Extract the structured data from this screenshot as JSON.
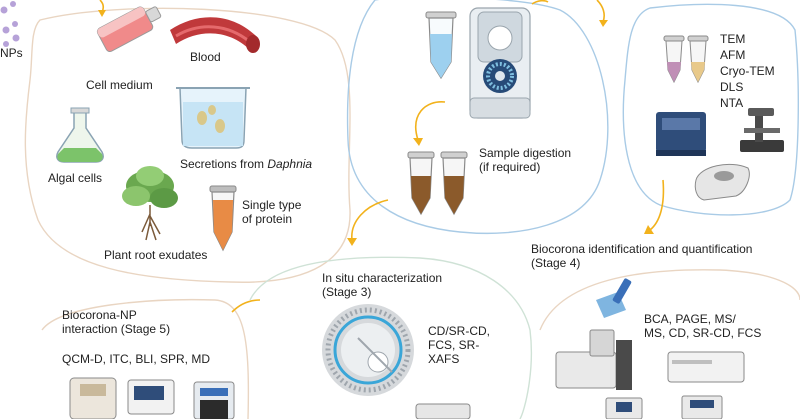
{
  "labels": {
    "nps": "NPs",
    "cell_medium": "Cell medium",
    "blood": "Blood",
    "secretions_prefix": "Secretions from ",
    "secretions_species": "Daphnia",
    "algal_cells": "Algal cells",
    "single_protein_line1": "Single type",
    "single_protein_line2": "of protein",
    "plant_root": "Plant root exudates",
    "sample_digestion_line1": "Sample digestion",
    "sample_digestion_line2": "(if required)",
    "tem": "TEM",
    "afm": "AFM",
    "cryo_tem": "Cryo-TEM",
    "dls": "DLS",
    "nta": "NTA",
    "stage4_line1": "Biocorona identification and quantification",
    "stage4_line2": "(Stage 4)",
    "bca_line1": "BCA, PAGE, MS/",
    "bca_line2": "MS, CD, SR-CD, FCS",
    "stage3_line1": "In situ characterization",
    "stage3_line2": "(Stage 3)",
    "cd_line1": "CD/SR-CD,",
    "cd_line2": "FCS, SR-",
    "cd_line3": "XAFS",
    "stage5_line1": "Biocorona-NP",
    "stage5_line2": "interaction (Stage 5)",
    "qcm": "QCM-D, ITC, BLI, SPR, MD"
  },
  "colors": {
    "arrow": "#f2b21c",
    "bubble_outline_blue": "#a9cbe6",
    "bubble_outline_beige": "#e9d5c2",
    "bubble_outline_green": "#cfe2d6",
    "blood": "#c0393b",
    "algae": "#7cc36a",
    "protein": "#e88b45",
    "tube_blue": "#9dd0ef",
    "tube_brown": "#8b5a2b",
    "np": "#b6a2d8"
  }
}
